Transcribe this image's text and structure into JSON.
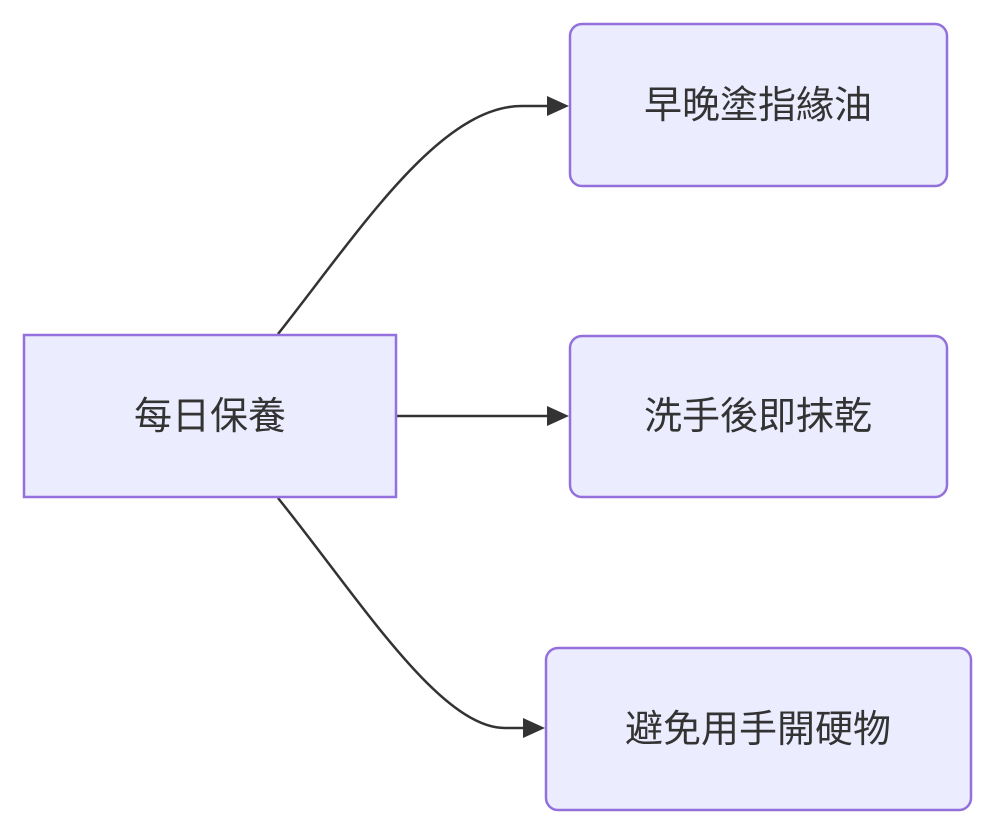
{
  "diagram": {
    "type": "flowchart",
    "direction": "LR",
    "colors": {
      "node_fill": "#ECECFF",
      "node_stroke": "#9370DB",
      "edge": "#333333",
      "text": "#333333"
    },
    "nodes": {
      "root": {
        "label": "每日保養",
        "shape": "rect"
      },
      "tip1": {
        "label": "早晚塗指緣油",
        "shape": "rounded-rect"
      },
      "tip2": {
        "label": "洗手後即抹乾",
        "shape": "rounded-rect"
      },
      "tip3": {
        "label": "避免用手開硬物",
        "shape": "rounded-rect"
      }
    },
    "edges": [
      {
        "from": "root",
        "to": "tip1"
      },
      {
        "from": "root",
        "to": "tip2"
      },
      {
        "from": "root",
        "to": "tip3"
      }
    ]
  }
}
